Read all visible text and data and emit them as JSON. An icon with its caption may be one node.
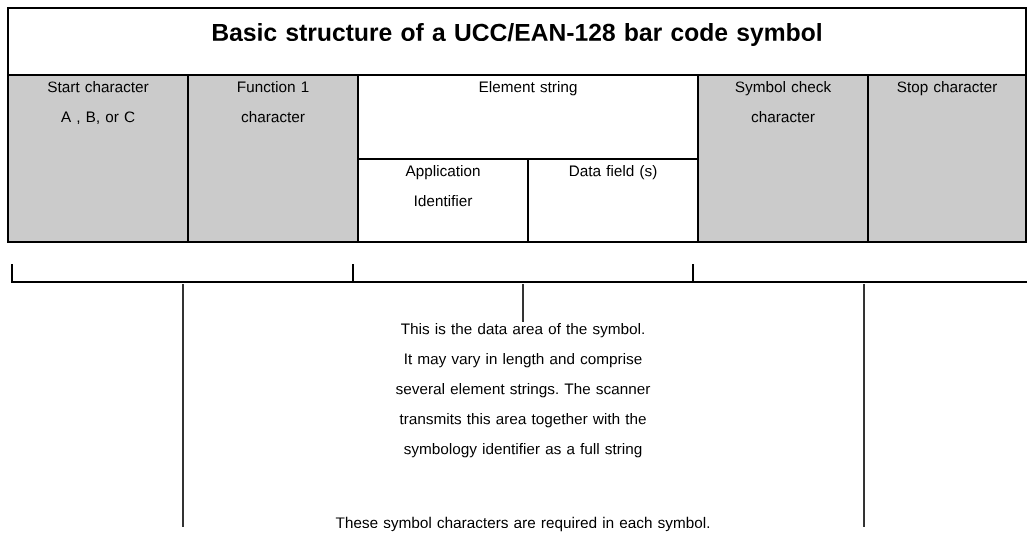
{
  "diagram": {
    "nodes": [
      {
        "text": [
          "Basic structure of a UCC/EAN-128 bar code symbol"
        ]
      },
      {
        "text": [
          "Start character A , B, or C"
        ]
      },
      {
        "text": [
          "Function 1 character"
        ]
      },
      {
        "text": [
          "Element string"
        ]
      },
      {
        "text": [
          "Application Identifier"
        ]
      },
      {
        "text": [
          "Data field (s)"
        ]
      },
      {
        "text": [
          "Symbol check character"
        ]
      },
      {
        "text": [
          "Stop character"
        ]
      },
      {
        "text": [],
        "shape": "bracket"
      },
      {
        "text": [],
        "shape": "bracket"
      },
      {
        "text": [],
        "shape": "bracket"
      },
      {
        "text": [
          "This is the data area of the symbol. It may vary in length and comprise several element strings. The scanner transmits this area together with the symbology identifier as a full string"
        ]
      },
      {
        "text": [
          "These symbol characters are required in each symbol."
        ]
      }
    ],
    "edges": [
      {
        "from": 9,
        "to": 11,
        "arrow": "none"
      },
      {
        "from": 8,
        "to": null,
        "arrow": "none"
      },
      {
        "from": 10,
        "to": null,
        "arrow": "none"
      }
    ]
  }
}
